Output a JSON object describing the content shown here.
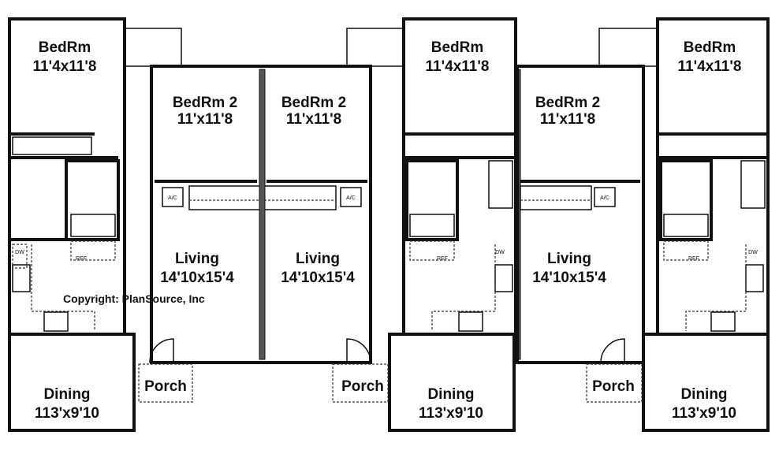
{
  "rooms": {
    "bedroom_a": {
      "name": "BedRm",
      "size": "11'4x11'8"
    },
    "bedroom2_a": {
      "name": "BedRm 2",
      "size": "11'x11'8"
    },
    "bedroom2_b": {
      "name": "BedRm 2",
      "size": "11'x11'8"
    },
    "bedroom_b": {
      "name": "BedRm",
      "size": "11'4x11'8"
    },
    "bedroom2_c": {
      "name": "BedRm 2",
      "size": "11'x11'8"
    },
    "bedroom_d": {
      "name": "BedRm",
      "size": "11'4x11'8"
    },
    "living_a": {
      "name": "Living",
      "size": "14'10x15'4"
    },
    "living_b": {
      "name": "Living",
      "size": "14'10x15'4"
    },
    "living_c": {
      "name": "Living",
      "size": "14'10x15'4"
    },
    "dining_a": {
      "name": "Dining",
      "size": "113'x9'10"
    },
    "dining_b": {
      "name": "Dining",
      "size": "113'x9'10"
    },
    "dining_d": {
      "name": "Dining",
      "size": "113'x9'10"
    },
    "porch_a": {
      "name": "Porch"
    },
    "porch_b": {
      "name": "Porch"
    },
    "porch_c": {
      "name": "Porch"
    }
  },
  "fixtures": {
    "ac": "A/C",
    "ref": "REF",
    "dw": "DW"
  },
  "copyright": "Copyright: PlanSource, Inc"
}
